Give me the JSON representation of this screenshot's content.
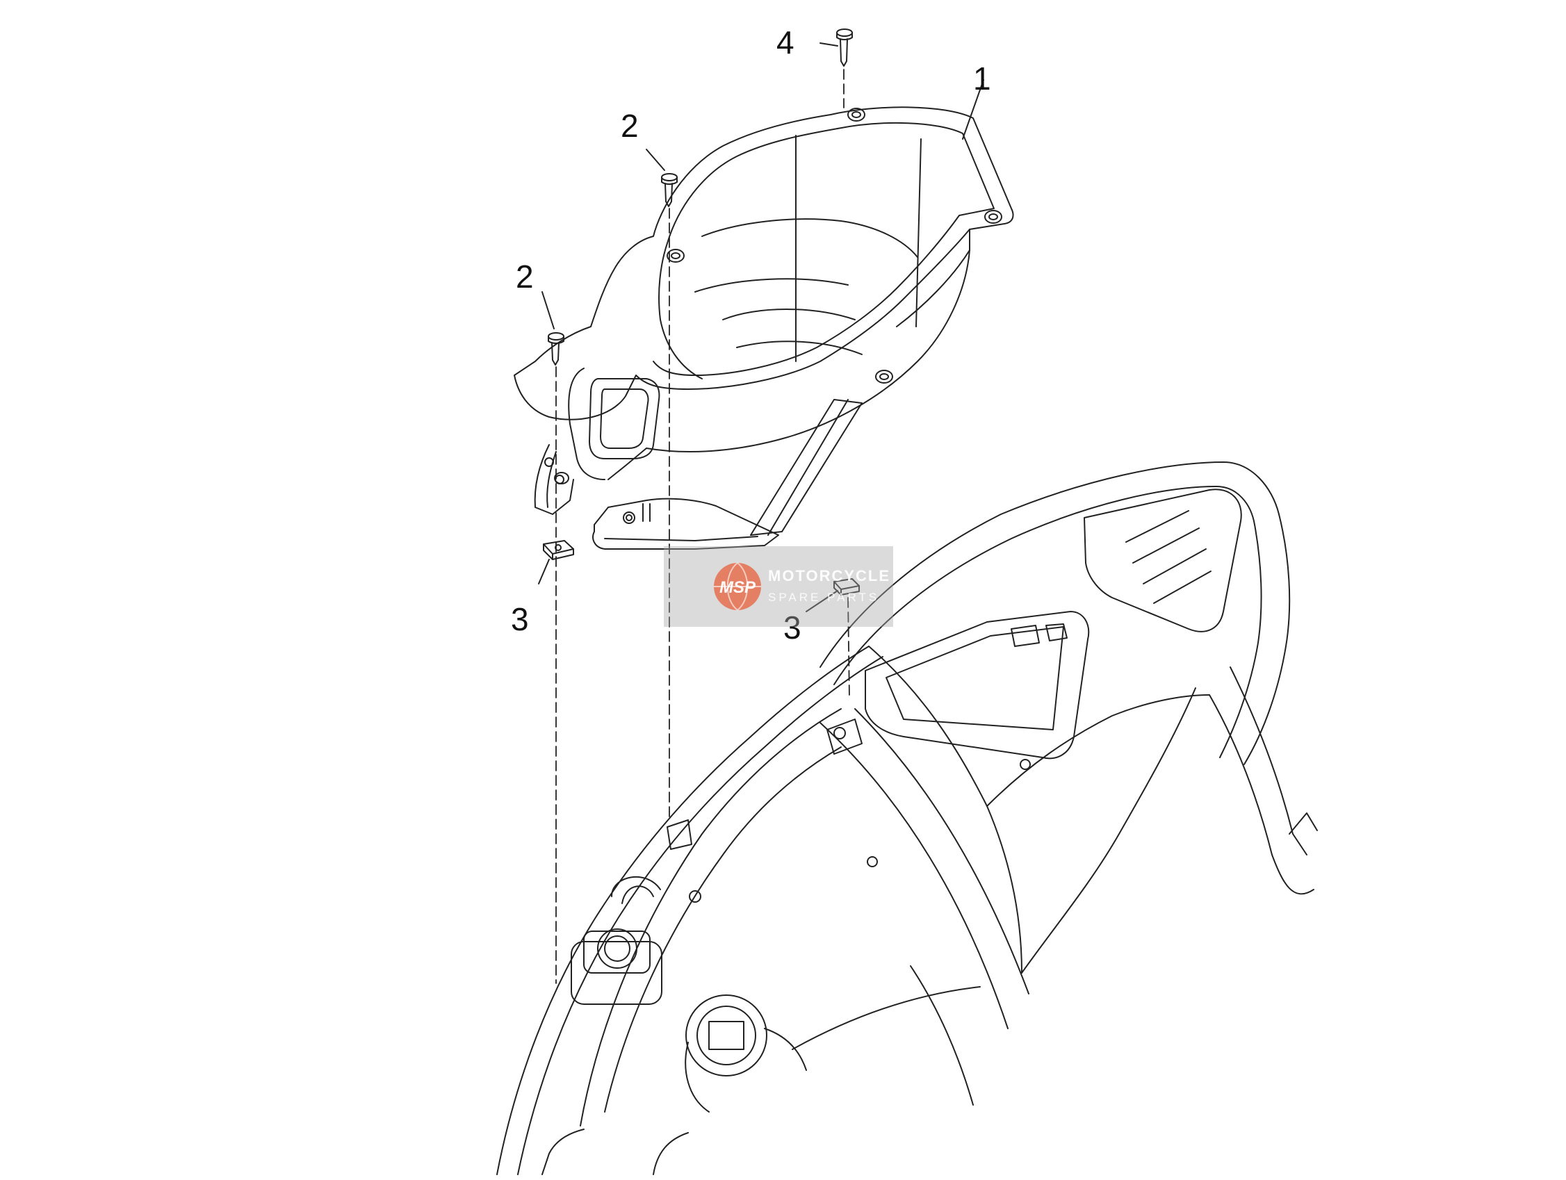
{
  "diagram": {
    "callouts": [
      {
        "id": "1",
        "label": "1"
      },
      {
        "id": "2a",
        "label": "2"
      },
      {
        "id": "2b",
        "label": "2"
      },
      {
        "id": "3a",
        "label": "3"
      },
      {
        "id": "3b",
        "label": "3"
      },
      {
        "id": "4",
        "label": "4"
      }
    ]
  },
  "watermark": {
    "logo_text": "MSP",
    "brand": "MOTORCYCLE",
    "subtitle": "SPARE PARTS",
    "accent_color": "#e8603c"
  },
  "colors": {
    "line": "#222222",
    "background": "#ffffff"
  }
}
